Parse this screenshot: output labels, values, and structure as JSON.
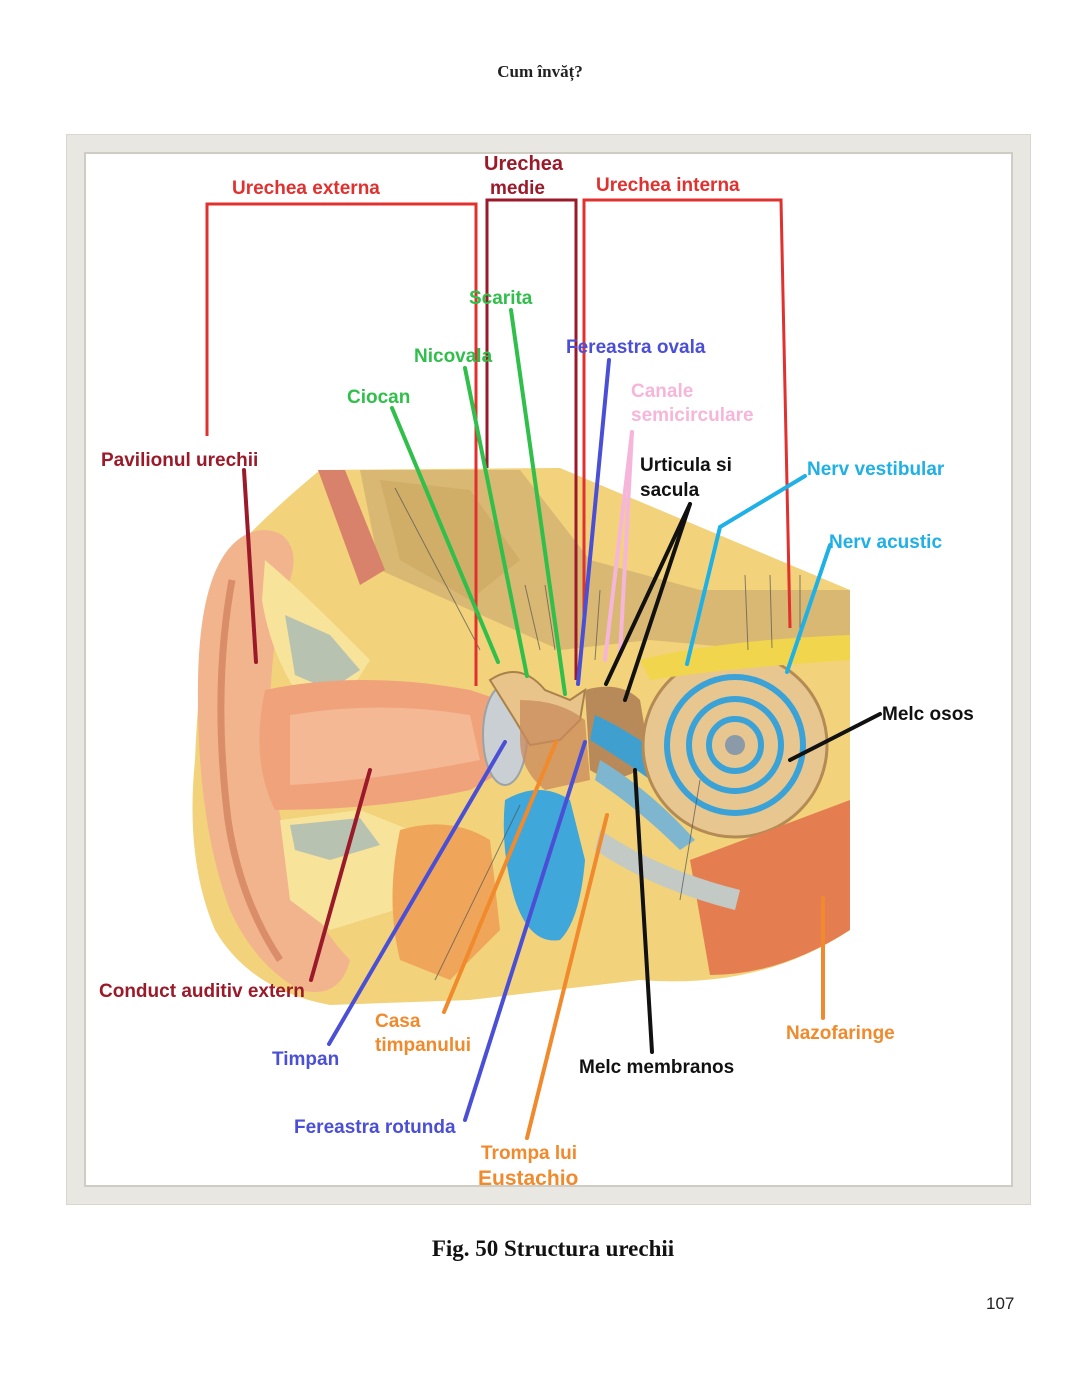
{
  "page": {
    "header": "Cum învăț?",
    "caption": "Fig. 50 Structura urechii",
    "page_number": "107"
  },
  "diagram": {
    "sections": {
      "external": "Urechea externa",
      "middle_line1": "Urechea",
      "middle_line2": "medie",
      "internal": "Urechea interna"
    },
    "labels": {
      "scarita": "Scarita",
      "nicovala": "Nicovala",
      "ciocan": "Ciocan",
      "fereastra_ovala": "Fereastra ovala",
      "canale_line1": "Canale",
      "canale_line2": "semicirculare",
      "pavilion": "Pavilionul urechii",
      "urticula_line1": "Urticula si",
      "urticula_line2": "sacula",
      "nerv_vestibular": "Nerv vestibular",
      "nerv_acustic": "Nerv acustic",
      "melc_osos": "Melc osos",
      "conduct": "Conduct auditiv extern",
      "casa_line1": "Casa",
      "casa_line2": "timpanului",
      "timpan": "Timpan",
      "melc_membranos": "Melc membranos",
      "nazofaringe": "Nazofaringe",
      "fereastra_rotunda": "Fereastra rotunda",
      "trompa_line1": "Trompa lui",
      "trompa_line2": "Eustachio"
    },
    "colors": {
      "section_red": "#e0312f",
      "dark_red": "#9b1a2a",
      "green": "#2fbf4a",
      "blue": "#4a4fd6",
      "pink": "#f6b6d9",
      "cyan": "#1fb0e6",
      "orange": "#f08a2c",
      "black": "#111111"
    }
  }
}
